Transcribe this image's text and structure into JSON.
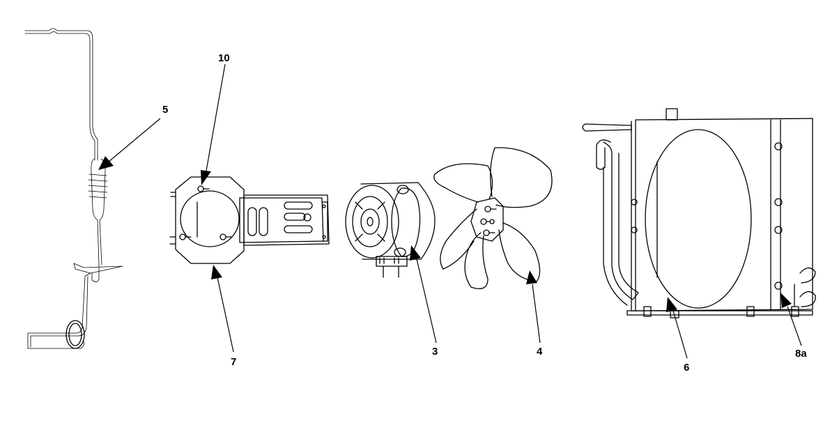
{
  "callouts": [
    {
      "id": "c10",
      "text": "10"
    },
    {
      "id": "c5",
      "text": "5"
    },
    {
      "id": "c7",
      "text": "7"
    },
    {
      "id": "c3",
      "text": "3"
    },
    {
      "id": "c4",
      "text": "4"
    },
    {
      "id": "c6",
      "text": "6"
    },
    {
      "id": "c8a",
      "text": "8a"
    }
  ]
}
